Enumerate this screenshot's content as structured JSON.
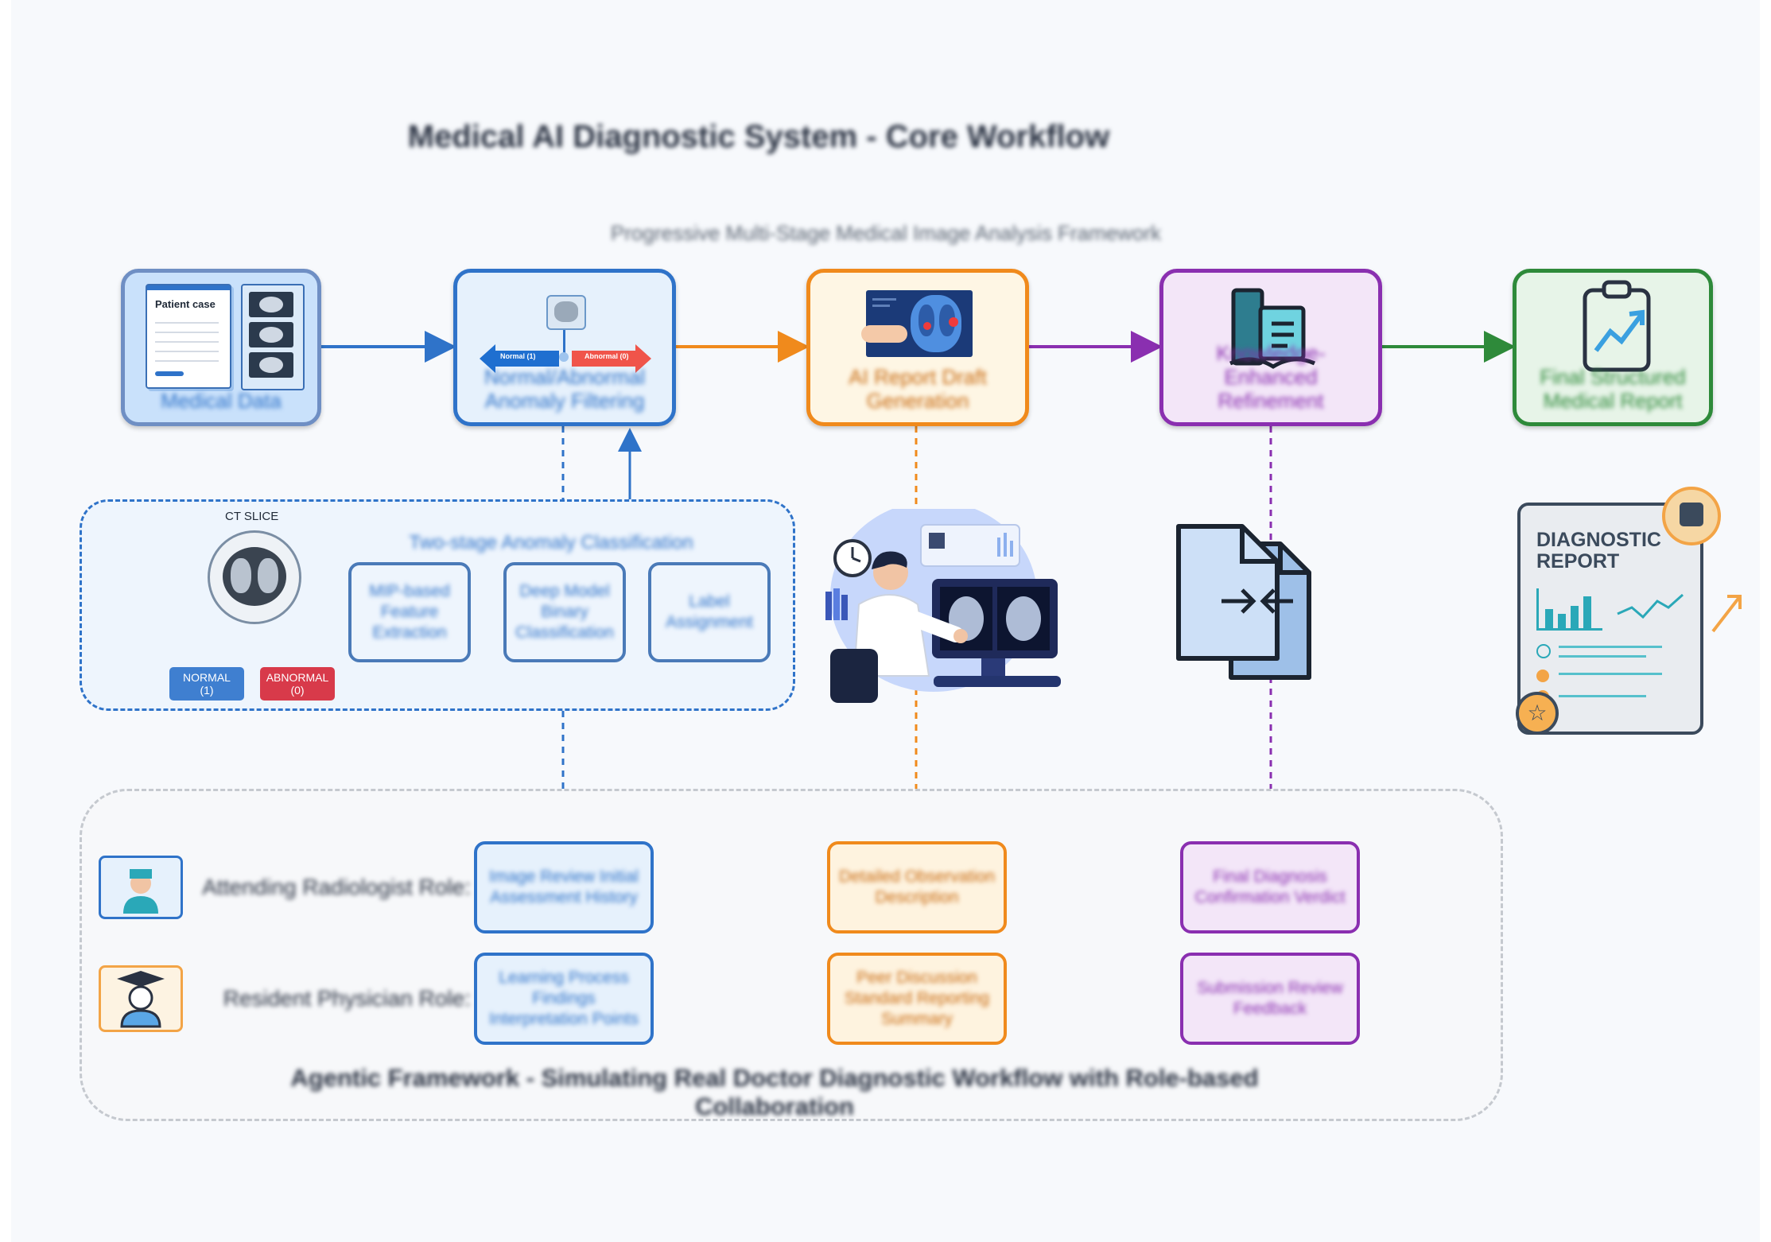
{
  "title": "Medical AI Diagnostic System - Core Workflow",
  "subtitle": "Progressive Multi-Stage Medical Image Analysis Framework",
  "pipeline": [
    {
      "label": "Medical Data",
      "icon": "patient-case-icon",
      "color": "#5b7fb8",
      "fill": "#c9e1fb"
    },
    {
      "label": "Normal/Abnormal Anomaly Filtering",
      "icon": "lung-classify-icon",
      "color": "#2f73c9",
      "fill": "#e6f1fc"
    },
    {
      "label": "AI Report Draft Generation",
      "icon": "ct-scan-icon",
      "color": "#f08a1c",
      "fill": "#fef6e4"
    },
    {
      "label": "Knowledge-Enhanced Refinement",
      "icon": "book-document-icon",
      "color": "#8a2fb0",
      "fill": "#f3e6f8"
    },
    {
      "label": "Final Structured Medical Report",
      "icon": "clipboard-trend-icon",
      "color": "#2e8a3a",
      "fill": "#e7f4e8"
    }
  ],
  "patient_case_label": "Patient case",
  "normal_arrow_label": "Normal (1)",
  "abnormal_arrow_label": "Abnormal (0)",
  "filter_panel": {
    "ct_label": "CT SLICE",
    "heading": "Two-stage Anomaly Classification",
    "normal_badge": "NORMAL\n(1)",
    "abnormal_badge": "ABNORMAL\n(0)",
    "steps": [
      "MIP-based Feature Extraction",
      "Deep Model Binary Classification",
      "Label Assignment"
    ]
  },
  "report_card": {
    "title": "DIAGNOSTIC\nREPORT"
  },
  "agentic": {
    "rows": [
      {
        "role": "Attending Radiologist Role:",
        "icon": "doctor-icon",
        "steps": [
          "Image Review Initial Assessment History",
          "Detailed Observation Description",
          "Final Diagnosis Confirmation Verdict"
        ]
      },
      {
        "role": "Resident Physician Role:",
        "icon": "student-icon",
        "steps": [
          "Learning Process Findings Interpretation Points",
          "Peer Discussion Standard Reporting Summary",
          "Submission Review Feedback"
        ]
      }
    ],
    "footer": "Agentic Framework - Simulating Real Doctor Diagnostic Workflow with Role-based Collaboration"
  },
  "colors": {
    "blue": "#2f73c9",
    "orange": "#f08a1c",
    "purple": "#8a2fb0",
    "green": "#2e8a3a",
    "red": "#d83a4a"
  }
}
